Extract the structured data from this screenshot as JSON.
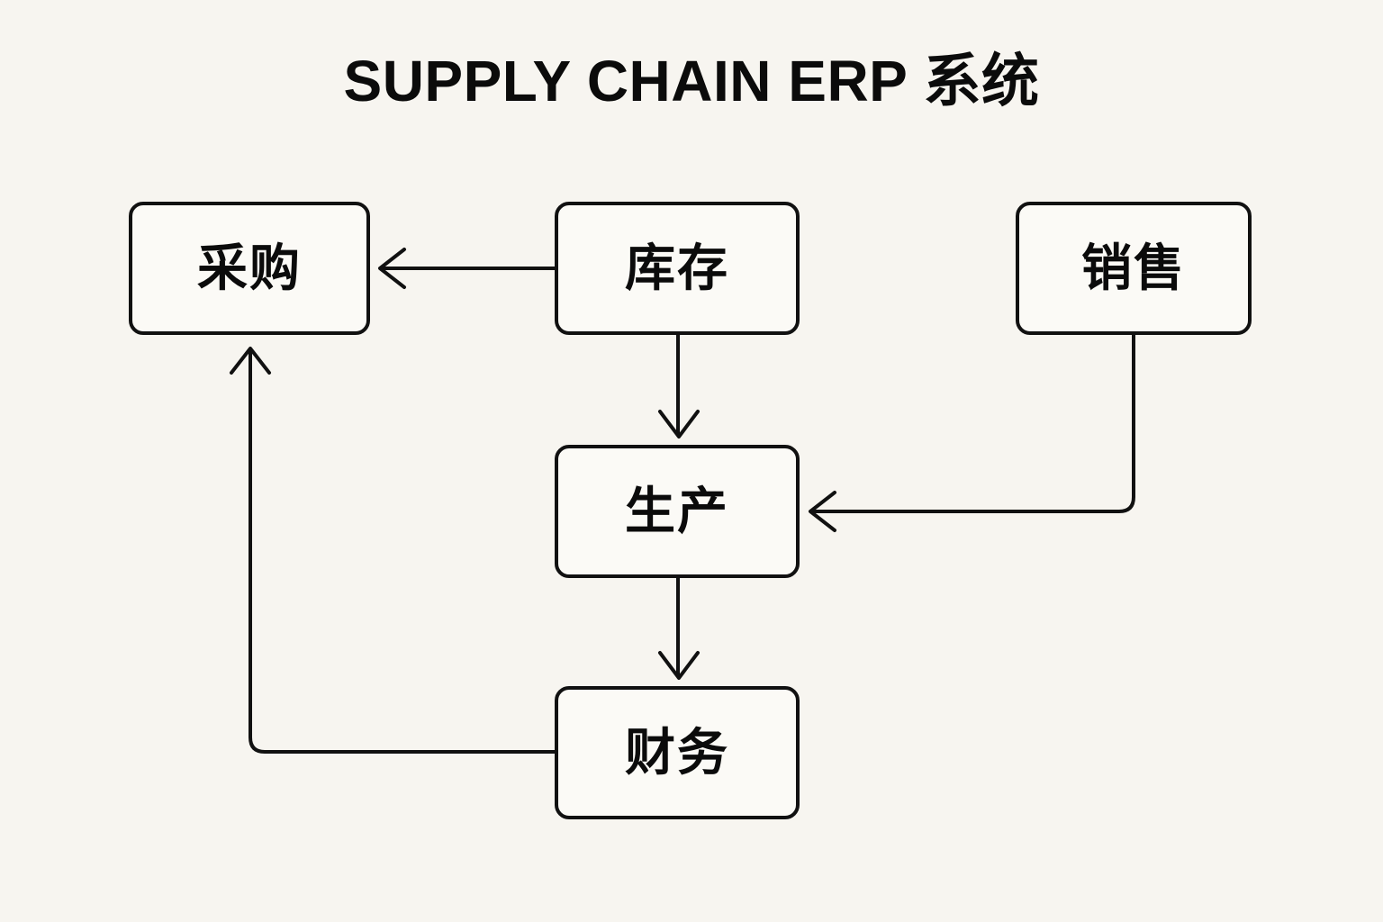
{
  "page": {
    "title": "SUPPLY CHAIN ERP 系统",
    "background_color": "#F7F5F0",
    "ink_color": "#111111",
    "node_fill_color": "#FBFAF6"
  },
  "diagram": {
    "type": "flowchart",
    "orientation": "top-down",
    "nodes": [
      {
        "id": "procurement",
        "label": "采购"
      },
      {
        "id": "inventory",
        "label": "库存"
      },
      {
        "id": "sales",
        "label": "销售"
      },
      {
        "id": "production",
        "label": "生产"
      },
      {
        "id": "finance",
        "label": "财务"
      }
    ],
    "edges": [
      {
        "id": "inventory-to-procurement",
        "from": "inventory",
        "to": "procurement",
        "label": ""
      },
      {
        "id": "inventory-to-production",
        "from": "inventory",
        "to": "production",
        "label": ""
      },
      {
        "id": "sales-to-production",
        "from": "sales",
        "to": "production",
        "label": ""
      },
      {
        "id": "production-to-finance",
        "from": "production",
        "to": "finance",
        "label": ""
      },
      {
        "id": "finance-to-procurement",
        "from": "finance",
        "to": "procurement",
        "label": ""
      }
    ]
  }
}
